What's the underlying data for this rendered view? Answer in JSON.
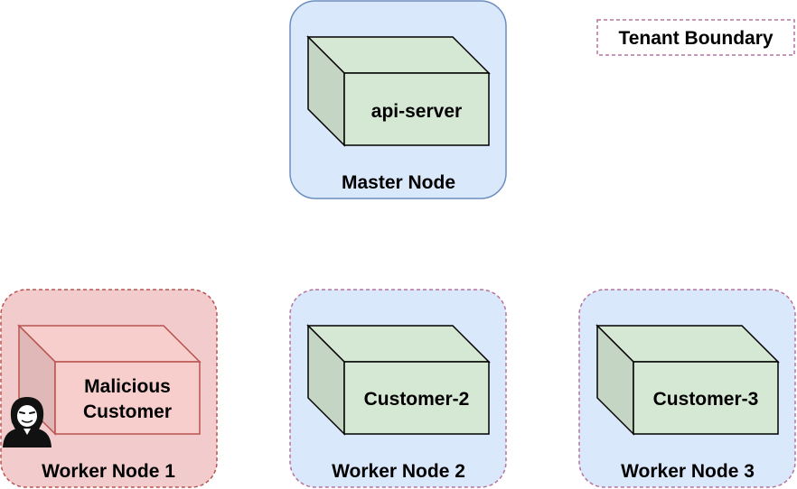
{
  "legend": {
    "label": "Tenant Boundary"
  },
  "nodes": {
    "master": {
      "label": "Master Node",
      "box_label": [
        "api-server"
      ]
    },
    "worker1": {
      "label": "Worker Node 1",
      "box_label": [
        "Malicious",
        "Customer"
      ]
    },
    "worker2": {
      "label": "Worker Node 2",
      "box_label": [
        "Customer-2"
      ]
    },
    "worker3": {
      "label": "Worker Node 3",
      "box_label": [
        "Customer-3"
      ]
    }
  },
  "icons": {
    "attacker": "hacker-icon"
  },
  "colors": {
    "node_fill": "#dae8fc",
    "node_stroke_master": "#6c8ebf",
    "tenant_stroke": "#b5739d",
    "malicious_fill": "#f2cccc",
    "malicious_stroke": "#b85450",
    "box_fill": "#d5e8d4",
    "box_side": "#c4d6c3",
    "malicious_box_fill": "#f8cecc",
    "malicious_box_side": "#dfb8b7"
  }
}
